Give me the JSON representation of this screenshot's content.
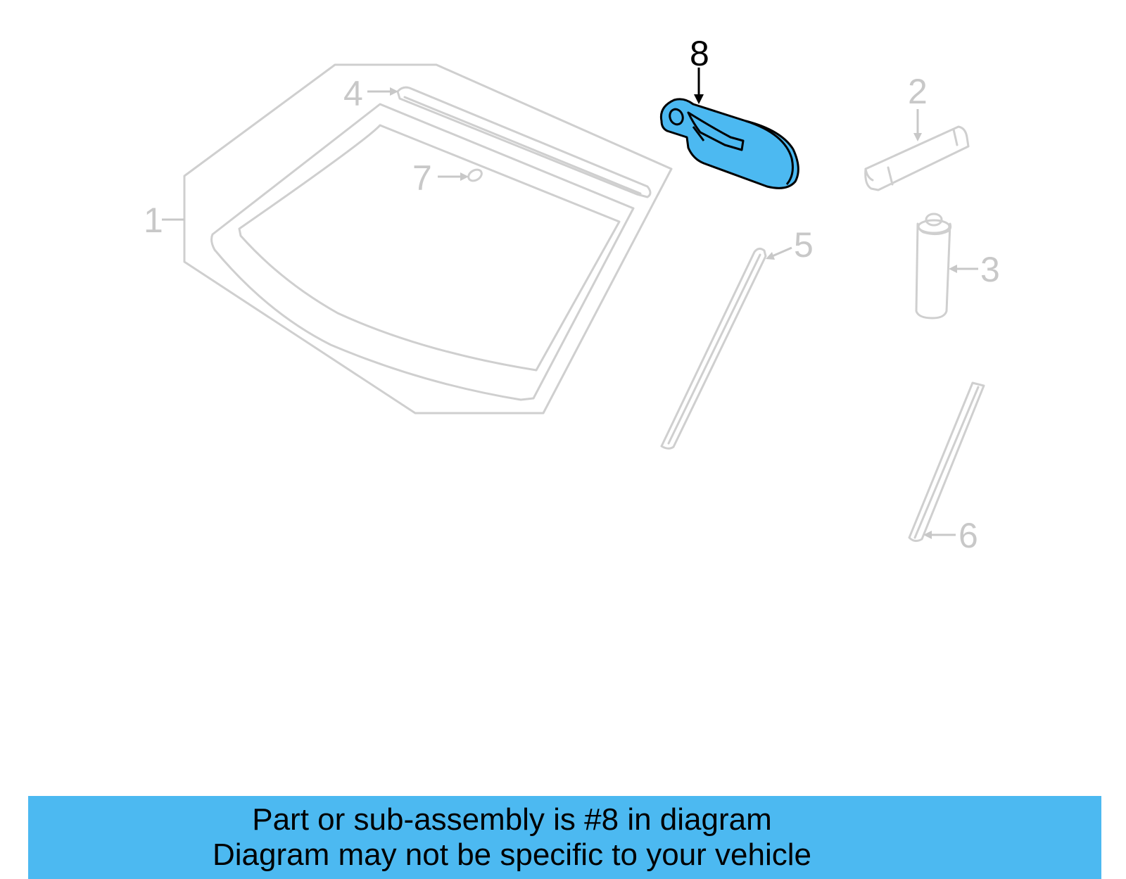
{
  "colors": {
    "highlight": "#4cb9f1",
    "muted_part": "#cfcfcf",
    "active_label": "#000000",
    "banner_bg": "#4cb9f1"
  },
  "callouts": {
    "c1": "1",
    "c2": "2",
    "c3": "3",
    "c4": "4",
    "c5": "5",
    "c6": "6",
    "c7": "7",
    "c8": "8"
  },
  "highlighted_part": "8",
  "banner": {
    "line1": "Part or sub-assembly is #8 in diagram",
    "line2": "Diagram may not be specific to your vehicle"
  }
}
